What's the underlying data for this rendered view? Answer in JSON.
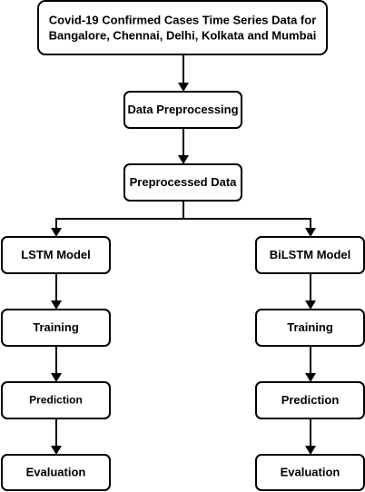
{
  "diagram": {
    "title_node": {
      "line1": "Covid-19 Confirmed Cases Time Series Data for",
      "line2": "Bangalore, Chennai, Delhi, Kolkata and Mumbai"
    },
    "preprocessing": "Data Preprocessing",
    "preprocessed": "Preprocessed Data",
    "lstm": {
      "model": "LSTM Model",
      "training": "Training",
      "prediction": "Prediction",
      "evaluation": "Evaluation"
    },
    "bilstm": {
      "model": "BiLSTM Model",
      "training": "Training",
      "prediction": "Prediction",
      "evaluation": "Evaluation"
    }
  }
}
